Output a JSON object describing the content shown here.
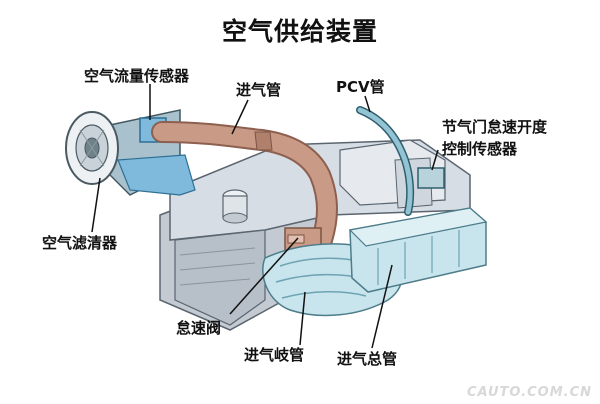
{
  "title": "空气供给装置",
  "labels": {
    "air_flow_sensor": "空气流量传感器",
    "intake_pipe": "进气管",
    "pcv_pipe": "PCV管",
    "throttle_sensor_line1": "节气门怠速开度",
    "throttle_sensor_line2": "控制传感器",
    "air_filter": "空气滤清器",
    "idle_valve": "怠速阀",
    "intake_manifold": "进气岐管",
    "intake_main_pipe": "进气总管"
  },
  "watermark": "CAUTO.COM.CN",
  "colors": {
    "engine_fill": "#d7dde4",
    "engine_stroke": "#5a6570",
    "pipe_fill": "#c99b86",
    "manifold_fill": "#c8e4ec",
    "manifold_stroke": "#4d7c8a",
    "sensor_fill": "#7fb9dc",
    "leader_line": "#111111"
  }
}
